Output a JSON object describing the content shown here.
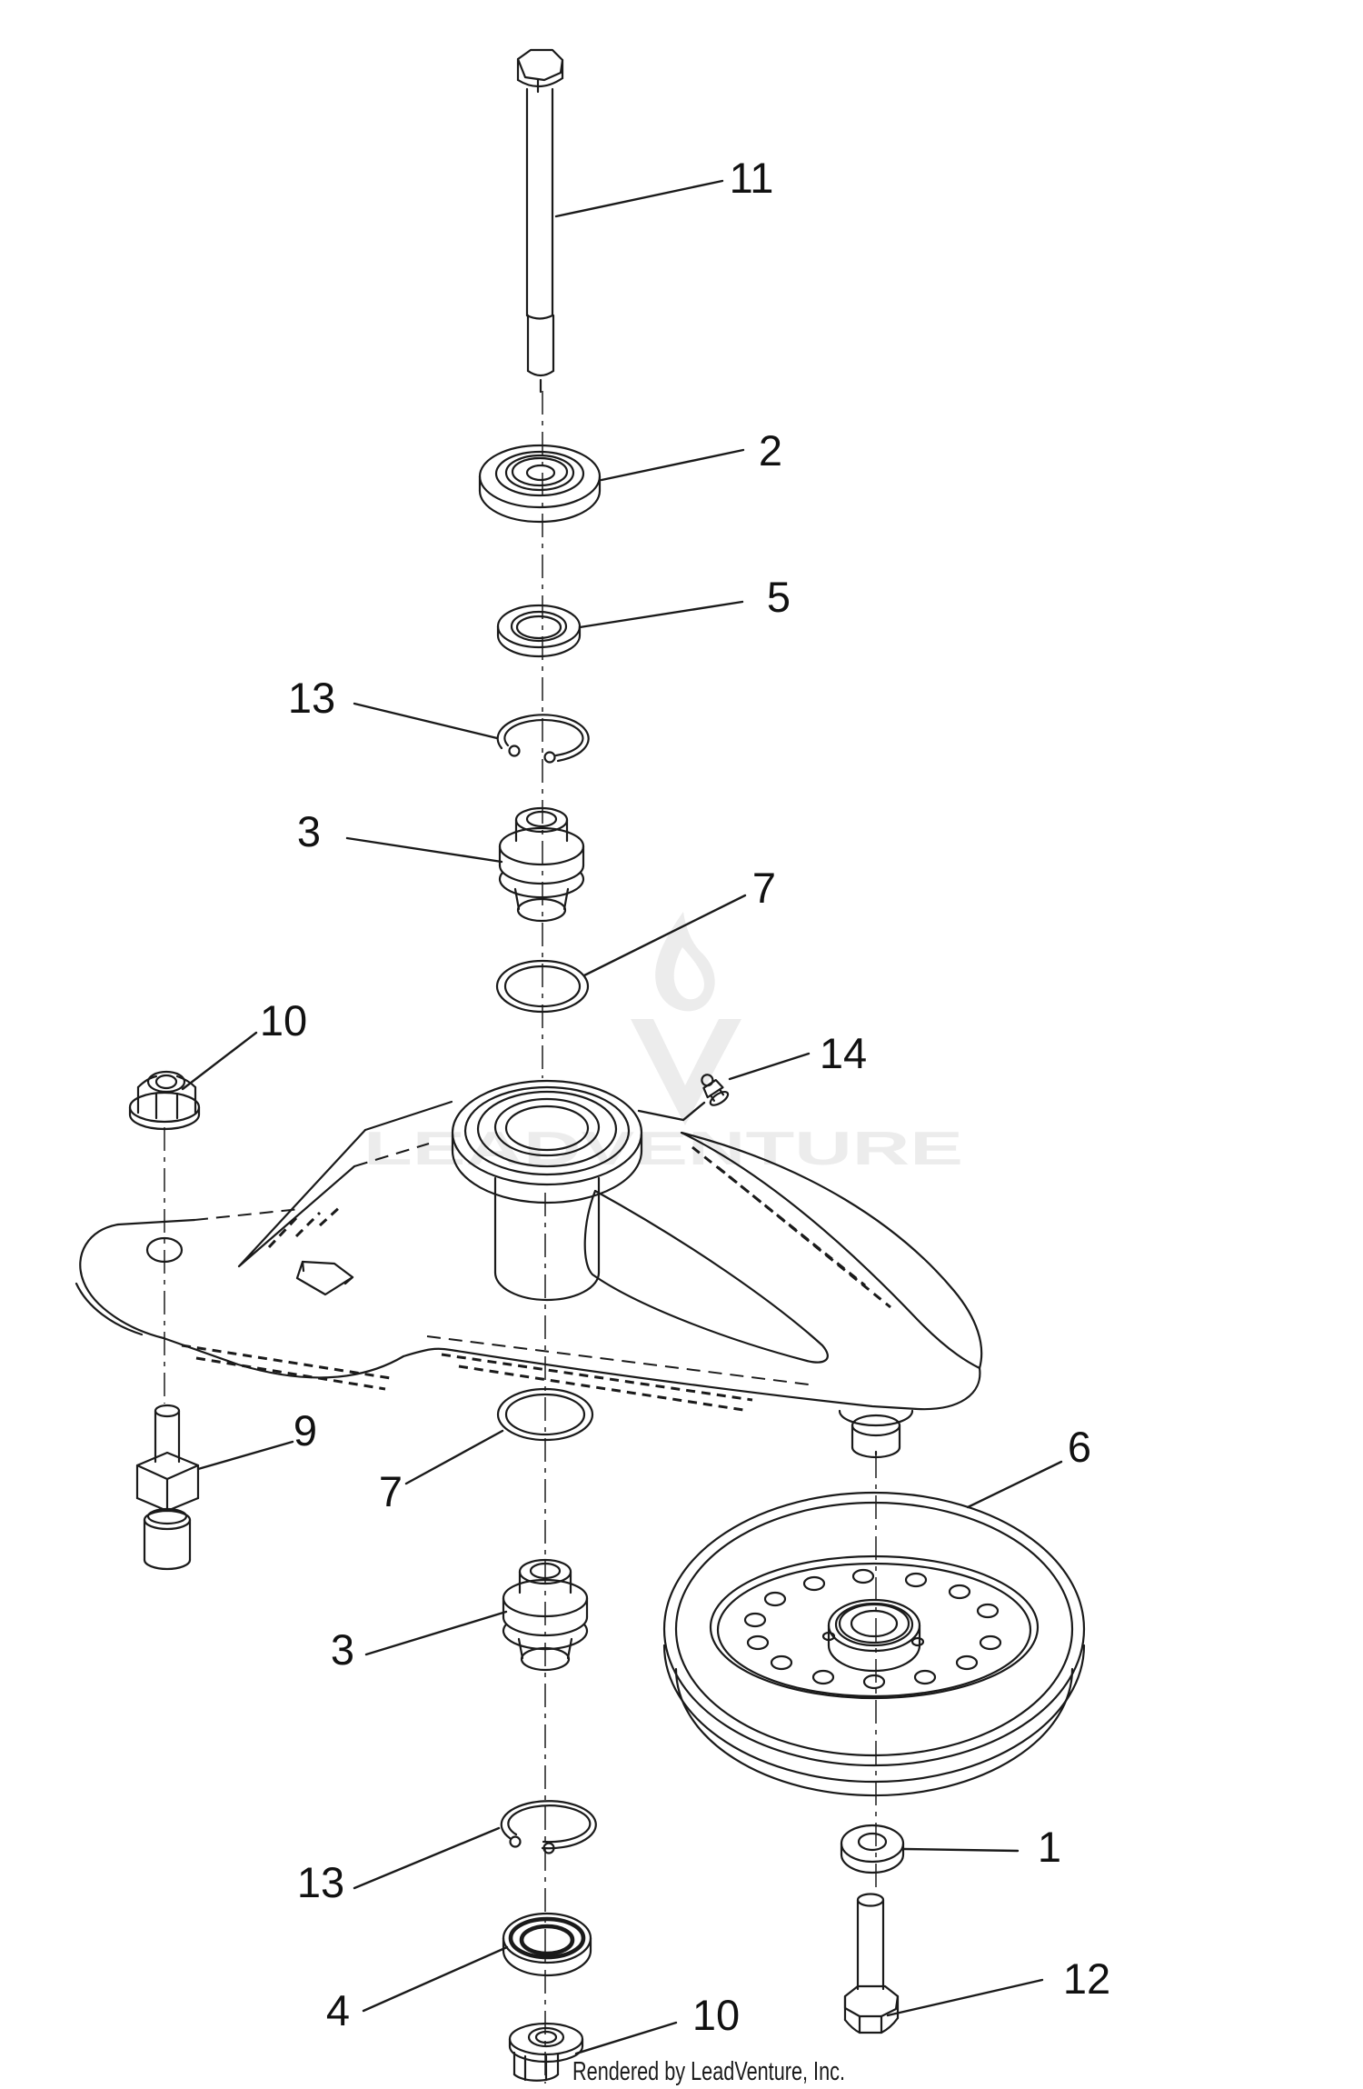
{
  "diagram": {
    "kind": "exploded-parts-diagram",
    "colors": {
      "background": "#ffffff",
      "line": "#1a1a1a",
      "watermark": "#ececec"
    }
  },
  "callouts": [
    {
      "label": "11",
      "icon": "hex-bolt-icon"
    },
    {
      "label": "2",
      "icon": "bearing-cap-icon"
    },
    {
      "label": "5",
      "icon": "seal-washer-icon"
    },
    {
      "label": "13",
      "icon": "snap-ring-icon"
    },
    {
      "label": "3",
      "icon": "spacer-bushing-icon"
    },
    {
      "label": "7",
      "icon": "o-ring-icon"
    },
    {
      "label": "10",
      "icon": "flange-nut-icon"
    },
    {
      "label": "14",
      "icon": "grease-fitting-icon"
    },
    {
      "label": "9",
      "icon": "shoulder-bolt-icon"
    },
    {
      "label": "7",
      "icon": "o-ring-icon"
    },
    {
      "label": "3",
      "icon": "spacer-bushing-icon"
    },
    {
      "label": "6",
      "icon": "flat-idler-pulley-icon"
    },
    {
      "label": "1",
      "icon": "flat-washer-icon"
    },
    {
      "label": "13",
      "icon": "snap-ring-icon"
    },
    {
      "label": "4",
      "icon": "bearing-seal-icon"
    },
    {
      "label": "10",
      "icon": "flange-nut-icon"
    },
    {
      "label": "12",
      "icon": "hex-bolt-icon"
    }
  ],
  "watermark": {
    "text": "LEADVENTURE",
    "logo": "leadventure-flame-shield-icon"
  },
  "footer": {
    "text": "Rendered by LeadVenture, Inc."
  }
}
